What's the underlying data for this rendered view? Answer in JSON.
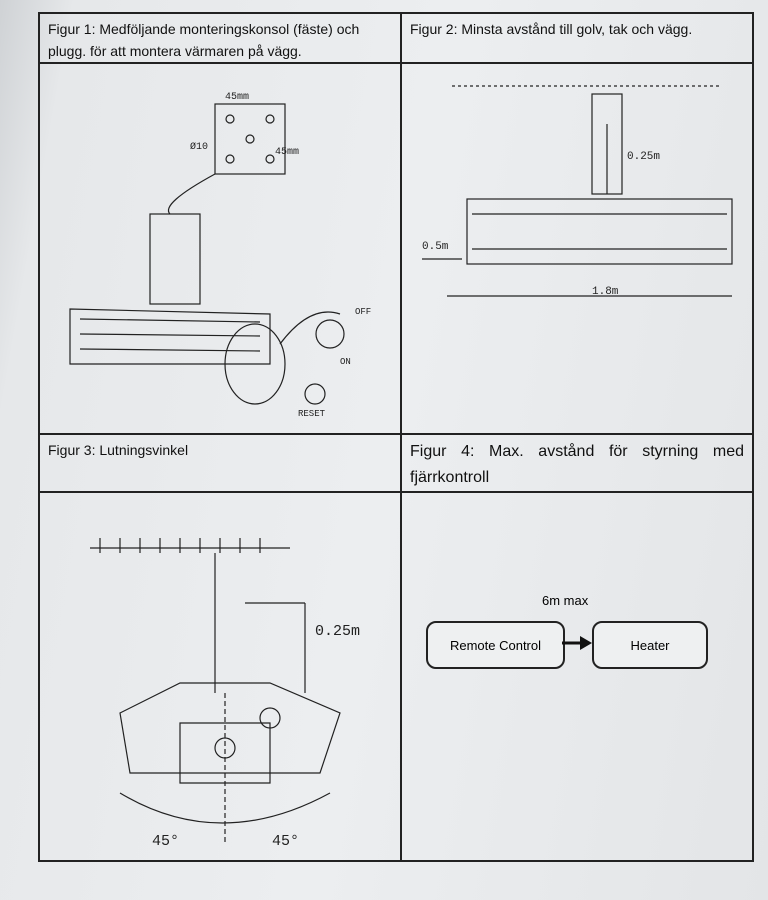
{
  "fig1": {
    "caption": "Figur 1: Medföljande monteringskonsol (fäste) och plugg. för att montera värmaren på vägg.",
    "labels": {
      "dim_a": "45mm",
      "dim_b": "45mm",
      "hole": "Ø10",
      "off": "OFF",
      "on": "ON",
      "reset": "RESET"
    }
  },
  "fig2": {
    "caption": "Figur 2: Minsta avstånd till golv, tak och vägg.",
    "labels": {
      "ceiling": "0.25m",
      "wall": "0.5m",
      "floor": "1.8m"
    }
  },
  "fig3": {
    "caption": "Figur 3: Lutningsvinkel",
    "labels": {
      "ceiling": "0.25m",
      "angle_left": "45°",
      "angle_right": "45°"
    }
  },
  "fig4": {
    "caption": "Figur 4: Max. avstånd för styrning med fjärrkontroll",
    "remote": "Remote Control",
    "distance": "6m max",
    "heater": "Heater"
  }
}
